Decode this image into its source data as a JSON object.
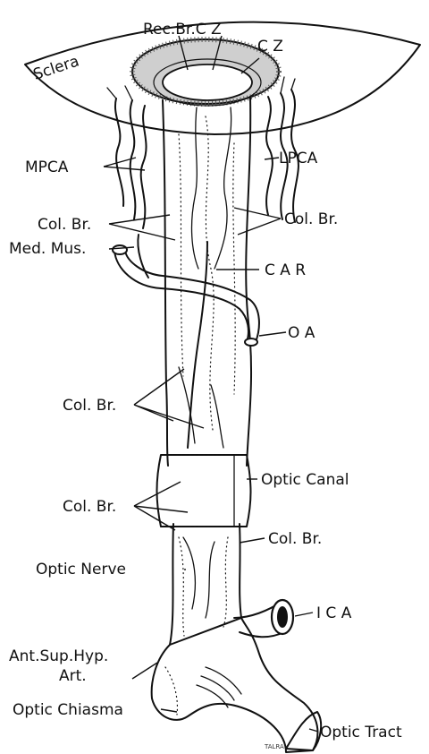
{
  "labels": {
    "sclera": "Sclera",
    "rec_br_cz": "Rec.Br.C Z",
    "cz": "C Z",
    "mpca": "MPCA",
    "lpca": "LPCA",
    "col_br_upper_left": "Col. Br.",
    "col_br_upper_right": "Col. Br.",
    "med_mus": "Med. Mus.",
    "car": "C A R",
    "oa": "O A",
    "col_br_middle": "Col. Br.",
    "optic_canal": "Optic Canal",
    "col_br_lower_left": "Col. Br.",
    "col_br_lower_right": "Col. Br.",
    "optic_nerve": "Optic Nerve",
    "ica": "I C A",
    "ant_sup_hyp_1": "Ant.Sup.Hyp.",
    "ant_sup_hyp_2": "Art.",
    "optic_chiasma": "Optic Chiasma",
    "optic_tract": "Optic Tract",
    "artist_signature": "TALRA"
  },
  "colors": {
    "ink": "#111111",
    "paper": "#ffffff"
  }
}
